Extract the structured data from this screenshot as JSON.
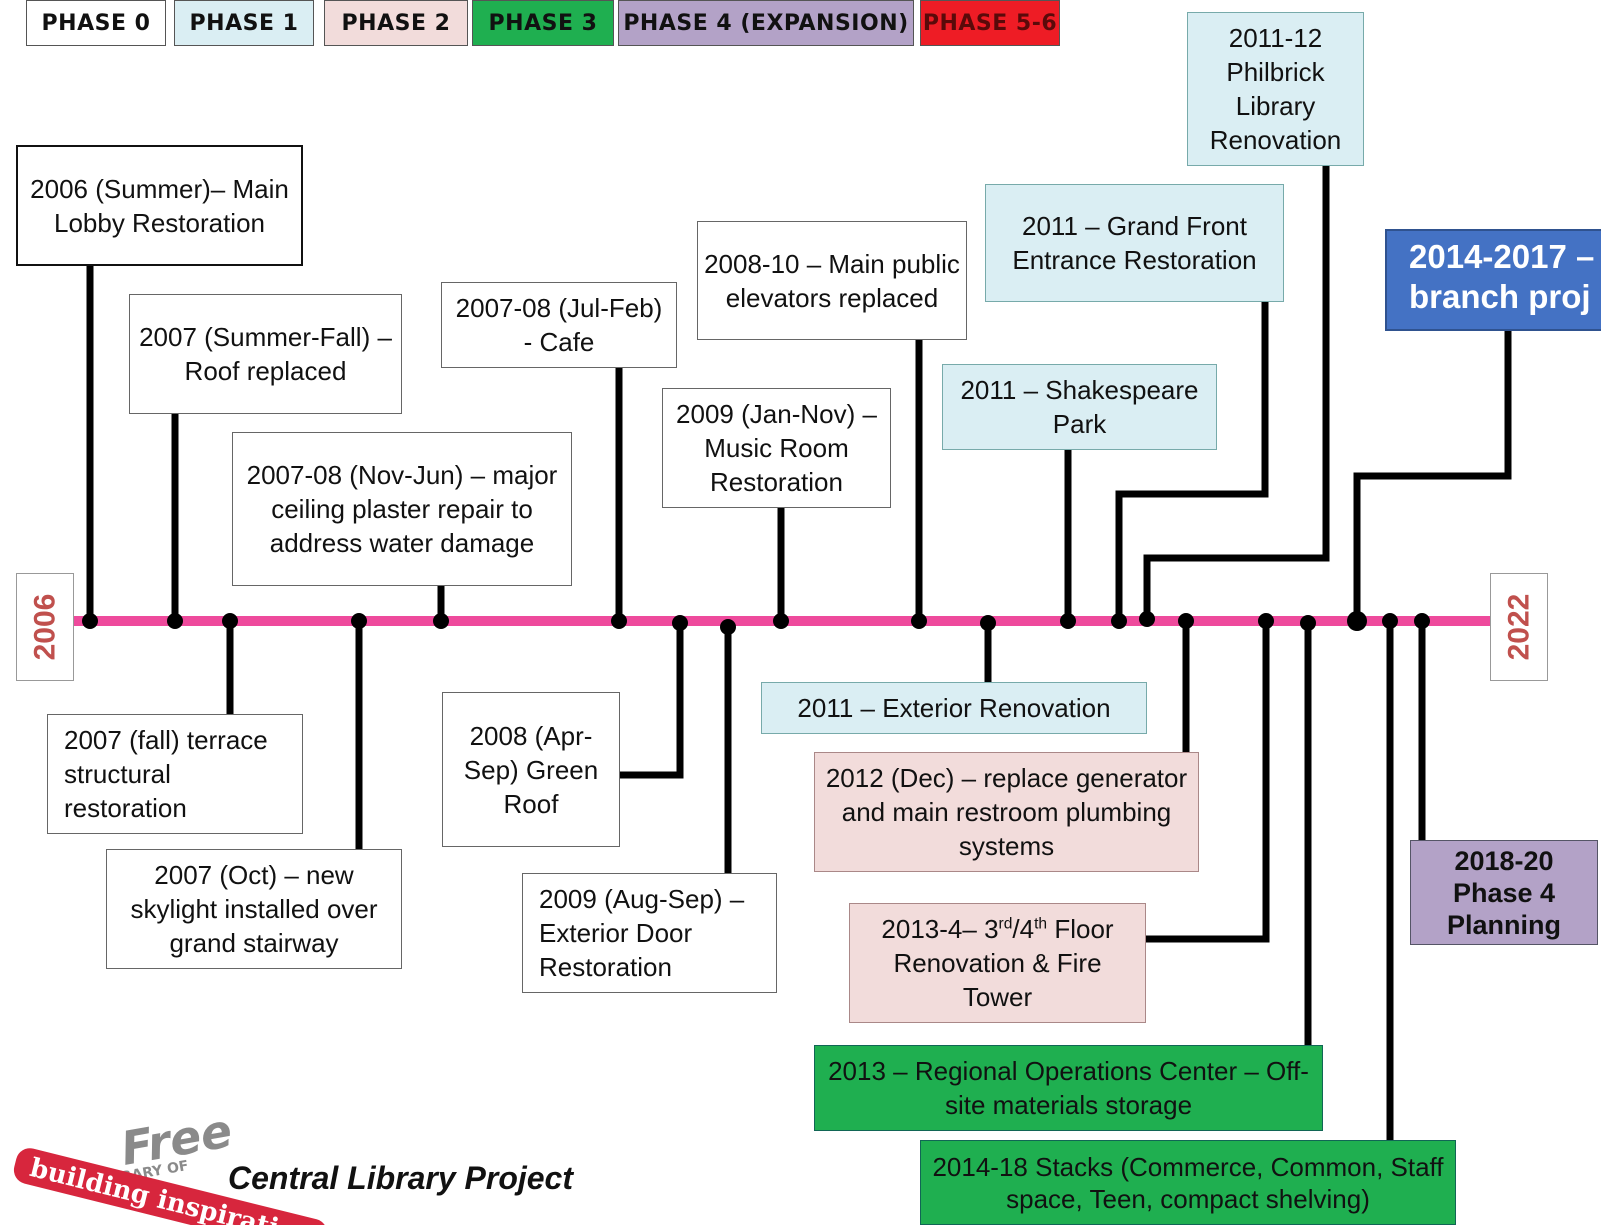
{
  "legend": [
    {
      "label": "PHASE 0",
      "color": "#ffffff",
      "text_color": "#111111"
    },
    {
      "label": "PHASE 1",
      "color": "#daeef3",
      "text_color": "#111111"
    },
    {
      "label": "PHASE 2",
      "color": "#f2dcdb",
      "text_color": "#111111"
    },
    {
      "label": "PHASE 3",
      "color": "#1faf50",
      "text_color": "#111111"
    },
    {
      "label": "PHASE 4 (EXPANSION)",
      "color": "#b3a2c7",
      "text_color": "#111111"
    },
    {
      "label": "PHASE 5-6",
      "color": "#ee1c25",
      "text_color": "#5a0a0a"
    }
  ],
  "timeline": {
    "start_year": "2006",
    "end_year": "2022",
    "line_color": "#ee4a9c"
  },
  "events": {
    "e2006_summer": "2006 (Summer)– Main Lobby Restoration",
    "e2007_summer_fall": "2007 (Summer-Fall) – Roof replaced",
    "e2007_fall": "2007 (fall) terrace structural restoration",
    "e2007_oct": "2007 (Oct) – new skylight installed over grand stairway",
    "e2007_08_nov_jun": "2007-08 (Nov-Jun) – major ceiling plaster repair to address water damage",
    "e2007_08_jul_feb": "2007-08 (Jul-Feb) - Cafe",
    "e2008_apr_sep": "2008 (Apr-Sep) Green Roof",
    "e2009_aug_sep": "2009 (Aug-Sep) – Exterior Door Restoration",
    "e2009_jan_nov": "2009 (Jan-Nov) – Music Room Restoration",
    "e2008_10": "2008-10 – Main public elevators replaced",
    "e2011_exterior": "2011 – Exterior Renovation",
    "e2011_shakespeare": "2011 – Shakespeare Park",
    "e2011_grand_front": "2011 – Grand Front Entrance Restoration",
    "e2011_12_philbrick": "2011-12 Philbrick Library Renovation",
    "e2012_dec": "2012 (Dec) – replace generator and main restroom plumbing systems",
    "e2013_4_floor": {
      "prefix": "2013-4– 3",
      "sup1": "rd",
      "mid": "/4",
      "sup2": "th",
      "suffix": " Floor Renovation & Fire Tower"
    },
    "e2013_regional": "2013 – Regional Operations Center – Off-site materials storage",
    "e2014_18_stacks": "2014-18 Stacks (Commerce, Common, Staff space, Teen, compact shelving)",
    "e2014_2017_branch": "2014-2017 –\nbranch proj",
    "e2018_20_planning": "2018-20 Phase 4 Planning"
  },
  "footer": {
    "logo_lines": [
      "Free",
      "LIBRARY OF"
    ],
    "logo_tagline": "building inspiration",
    "title": "Central Library Project"
  },
  "colors": {
    "phase1": "#daeef3",
    "phase2": "#f2dcdb",
    "phase3": "#1faf50",
    "phase4": "#b3a2c7",
    "branch": "#4472c4"
  }
}
